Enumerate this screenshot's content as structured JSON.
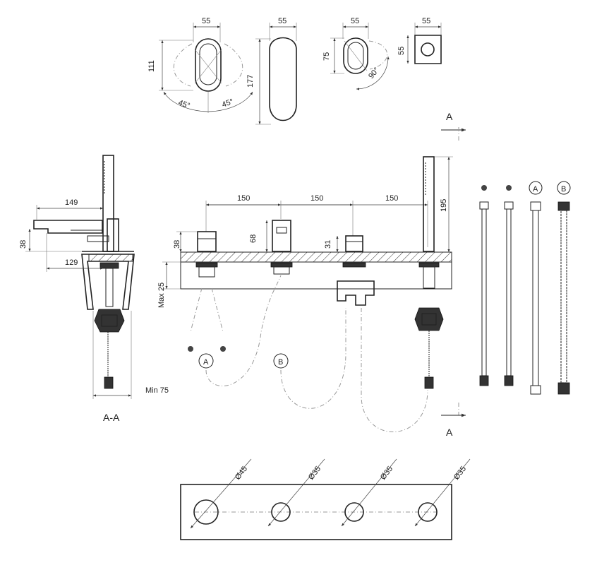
{
  "top_views": {
    "lever": {
      "width": "55",
      "height": "111",
      "angle_left": "45°",
      "angle_right": "45°"
    },
    "spout": {
      "width": "55",
      "height": "177"
    },
    "diverter": {
      "width": "55",
      "height": "75",
      "angle": "90°"
    },
    "holder": {
      "width": "55",
      "height": "55"
    }
  },
  "section_marker": {
    "top": "A",
    "bottom": "A",
    "caption": "A-A"
  },
  "side_view": {
    "dim_149": "149",
    "dim_129": "129",
    "dim_38": "38",
    "dim_min75": "Min 75"
  },
  "front_view": {
    "spacing_1": "150",
    "spacing_2": "150",
    "spacing_3": "150",
    "dim_68": "68",
    "dim_38": "38",
    "dim_31": "31",
    "dim_195": "195",
    "dim_max25": "Max 25",
    "label_a": "A",
    "label_b": "B"
  },
  "hoses": {
    "label_a": "A",
    "label_b": "B"
  },
  "drill_plate": {
    "hole_1": "Ø45",
    "hole_2": "Ø35",
    "hole_3": "Ø35",
    "hole_4": "Ø35"
  }
}
